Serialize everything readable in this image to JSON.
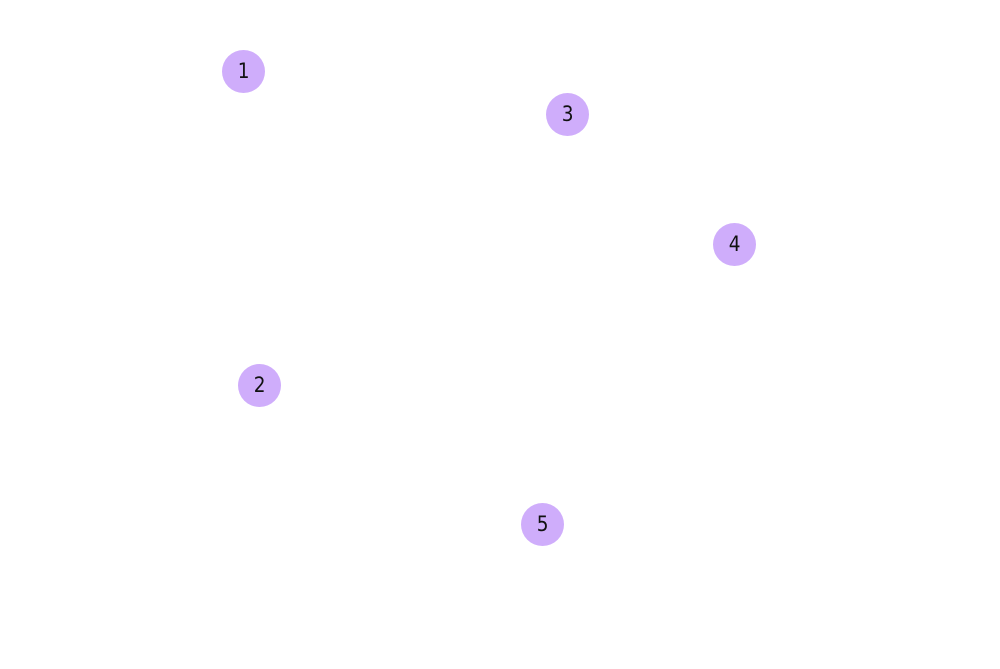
{
  "colors": {
    "background": "#ffffff",
    "node_fill": "#cfadfb",
    "node_text": "#111111"
  },
  "nodes": [
    {
      "id": 1,
      "label": "1"
    },
    {
      "id": 2,
      "label": "2"
    },
    {
      "id": 3,
      "label": "3"
    },
    {
      "id": 4,
      "label": "4"
    },
    {
      "id": 5,
      "label": "5"
    }
  ]
}
